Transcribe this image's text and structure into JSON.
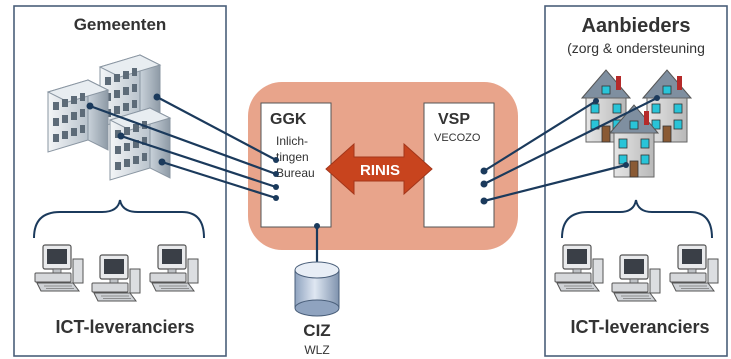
{
  "left_panel": {
    "title": "Gemeenten",
    "footer": "ICT-leveranciers",
    "icons": [
      "office-building-icon",
      "computer-workstation-icon"
    ]
  },
  "right_panel": {
    "title": "Aanbieders",
    "subtitle": "(zorg & ondersteuning",
    "footer": "ICT-leveranciers",
    "icons": [
      "house-icon",
      "computer-workstation-icon"
    ]
  },
  "hub": {
    "ggk_title": "GGK",
    "ggk_lines": [
      "Inlich-",
      "tingen",
      "Bureau"
    ],
    "vsp_title": "VSP",
    "vsp_subtitle": "VECOZO",
    "arrow_label": "RINIS"
  },
  "ciz": {
    "title": "CIZ",
    "subtitle": "WLZ",
    "icon": "database-icon"
  },
  "colors": {
    "panel_border": "#4a5f7a",
    "hub_fill": "#e8a48b",
    "arrow_fill": "#c8441e",
    "connector": "#1b3a5c",
    "text_dark": "#333333"
  }
}
